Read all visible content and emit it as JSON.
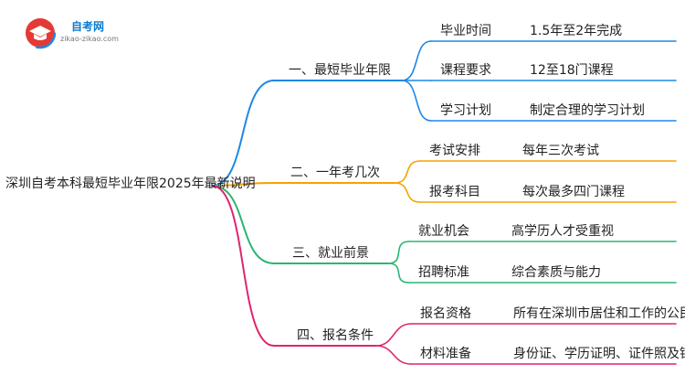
{
  "logo": {
    "name": "自考网",
    "url": "zikao-zikao.com"
  },
  "root": "深圳自考本科最短毕业年限2025年最新说明",
  "branches": [
    {
      "label": "一、最短毕业年限",
      "color": "#1e88e5",
      "children": [
        {
          "key": "毕业时间",
          "value": "1.5年至2年完成"
        },
        {
          "key": "课程要求",
          "value": "12至18门课程"
        },
        {
          "key": "学习计划",
          "value": "制定合理的学习计划"
        }
      ]
    },
    {
      "label": "二、一年考几次",
      "color": "#f5a300",
      "children": [
        {
          "key": "考试安排",
          "value": "每年三次考试"
        },
        {
          "key": "报考科目",
          "value": "每次最多四门课程"
        }
      ]
    },
    {
      "label": "三、就业前景",
      "color": "#2bb673",
      "children": [
        {
          "key": "就业机会",
          "value": "高学历人才受重视"
        },
        {
          "key": "招聘标准",
          "value": "综合素质与能力"
        }
      ]
    },
    {
      "label": "四、报名条件",
      "color": "#e0246e",
      "children": [
        {
          "key": "报名资格",
          "value": "所有在深圳市居住和工作的公民"
        },
        {
          "key": "材料准备",
          "value": "身份证、学历证明、证件照及银行卡"
        }
      ]
    }
  ]
}
